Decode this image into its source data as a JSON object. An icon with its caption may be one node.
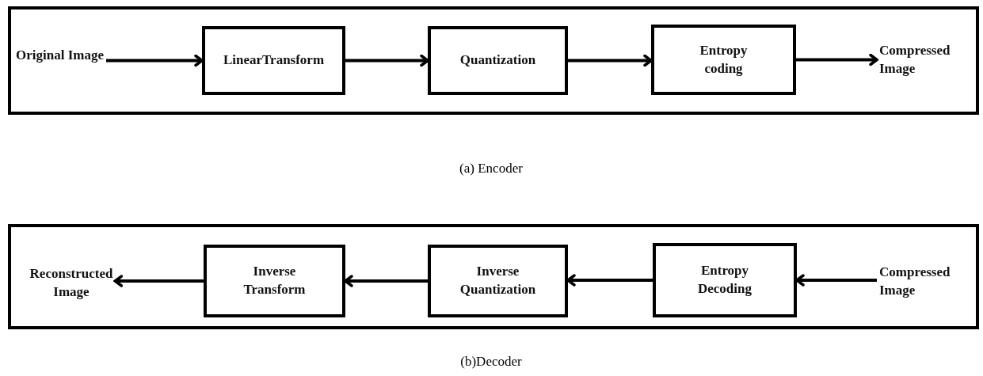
{
  "diagram": {
    "nodes": [
      {
        "text": [],
        "shape": "box"
      },
      {
        "text": [
          "Original Image"
        ],
        "in": 0
      },
      {
        "text": [
          "LinearTransform"
        ],
        "in": 0
      },
      {
        "text": [
          "Quantization"
        ],
        "in": 0
      },
      {
        "text": [
          "Entropy coding"
        ],
        "in": 0
      },
      {
        "text": [
          "Compressed Image"
        ],
        "in": 0
      },
      {
        "text": [],
        "shape": "box"
      },
      {
        "text": [
          "Reconstructed Image"
        ],
        "in": 6
      },
      {
        "text": [
          "Inverse Transform"
        ],
        "in": 6
      },
      {
        "text": [
          "Inverse Quantization"
        ],
        "in": 6
      },
      {
        "text": [
          "Entropy Decoding"
        ],
        "in": 6
      },
      {
        "text": [
          "Compressed Image"
        ],
        "in": 6
      }
    ],
    "edges": [
      {
        "from": 1,
        "to": 2,
        "arrow": "to"
      },
      {
        "from": 2,
        "to": 3,
        "arrow": "to"
      },
      {
        "from": 3,
        "to": 4,
        "arrow": "to"
      },
      {
        "from": 4,
        "to": 5,
        "arrow": "to"
      },
      {
        "from": 11,
        "to": 10,
        "arrow": "to"
      },
      {
        "from": 10,
        "to": 9,
        "arrow": "to"
      },
      {
        "from": 9,
        "to": 8,
        "arrow": "to"
      },
      {
        "from": 8,
        "to": 7,
        "arrow": "to"
      }
    ],
    "labels": [
      "(a) Encoder",
      "(b)Decoder"
    ]
  }
}
